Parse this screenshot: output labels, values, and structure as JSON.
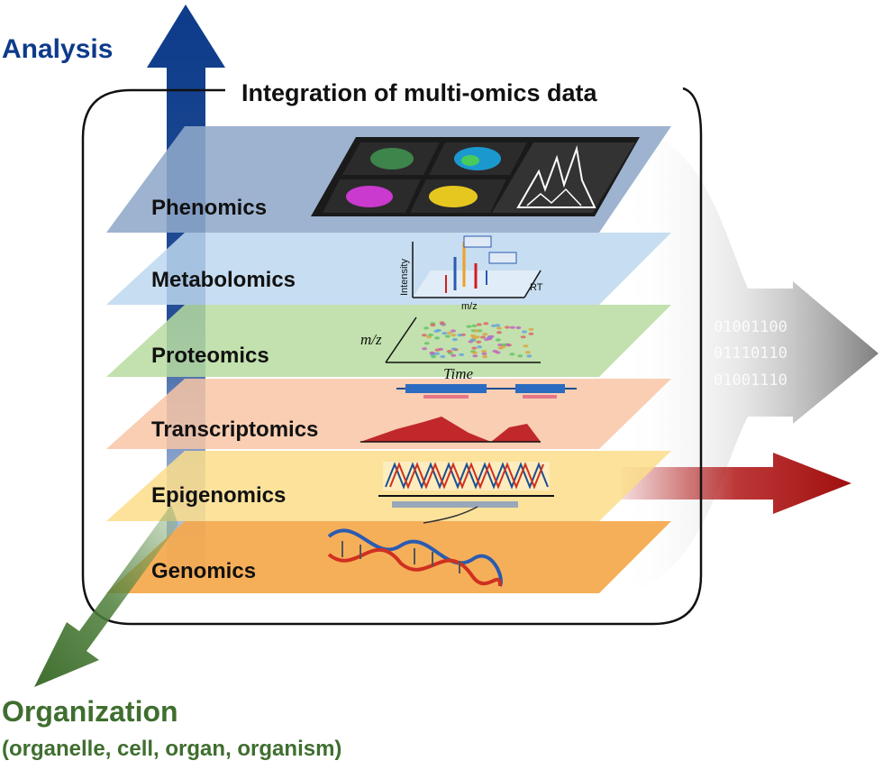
{
  "title": "Integration of multi-omics data",
  "axes": {
    "analysis": {
      "label": "Analysis",
      "color": "#0d3b8a"
    },
    "organization": {
      "label": "Organization",
      "sublabel": "(organelle, cell, organ, organism)",
      "color": "#3f6e2f"
    }
  },
  "layers": [
    {
      "label": "Phenomics",
      "color": "#8fa9c9"
    },
    {
      "label": "Metabolomics",
      "color": "#bdd7ee"
    },
    {
      "label": "Proteomics",
      "color": "#b7dca0"
    },
    {
      "label": "Transcriptomics",
      "color": "#f8c6a6"
    },
    {
      "label": "Epigenomics",
      "color": "#fbdd8a"
    },
    {
      "label": "Genomics",
      "color": "#f5a84b"
    }
  ],
  "binary_lines": [
    "01001100",
    "01110110",
    "01001110"
  ],
  "mini_labels": {
    "intensity": "Intensity",
    "mz": "m/z",
    "rt": "RT",
    "mz_italic": "m/z",
    "time": "Time"
  },
  "output_arrows": {
    "gray": "#8a8a8a",
    "red": "#b01414"
  }
}
